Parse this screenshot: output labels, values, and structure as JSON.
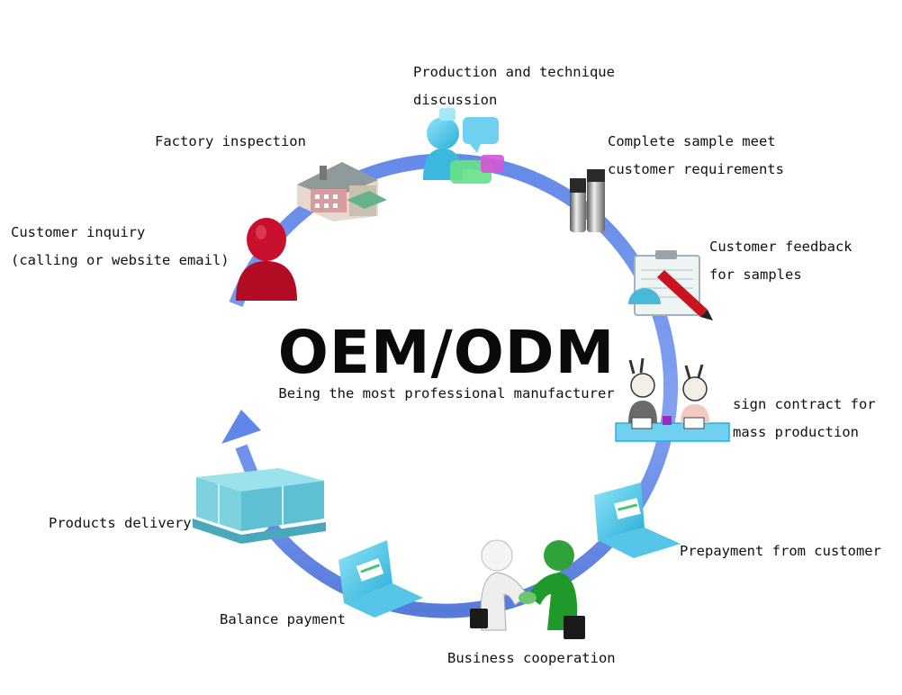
{
  "center": {
    "title": "OEM/ODM",
    "subtitle": "Being the most professional manufacturer"
  },
  "steps": [
    {
      "id": "inquiry",
      "icon": "customer-person-icon",
      "lines": [
        "Customer inquiry",
        "(calling or website email)"
      ]
    },
    {
      "id": "inspection",
      "icon": "factory-building-icon",
      "lines": [
        "Factory inspection"
      ]
    },
    {
      "id": "discussion",
      "icon": "discussion-people-icon",
      "lines": [
        "Production and technique",
        "discussion"
      ]
    },
    {
      "id": "sample",
      "icon": "sample-tubes-icon",
      "lines": [
        "Complete sample meet",
        "customer requirements"
      ]
    },
    {
      "id": "feedback",
      "icon": "clipboard-pen-icon",
      "lines": [
        "Customer feedback",
        "for samples"
      ]
    },
    {
      "id": "contract",
      "icon": "contract-signing-icon",
      "lines": [
        "sign contract for",
        "mass production"
      ]
    },
    {
      "id": "prepayment",
      "icon": "laptop-payment-icon",
      "lines": [
        "Prepayment from customer"
      ]
    },
    {
      "id": "cooperation",
      "icon": "handshake-icon",
      "lines": [
        "Business cooperation"
      ]
    },
    {
      "id": "balance",
      "icon": "laptop-payment-icon",
      "lines": [
        "Balance payment"
      ]
    },
    {
      "id": "delivery",
      "icon": "cargo-boxes-icon",
      "lines": [
        "Products delivery"
      ]
    }
  ],
  "colors": {
    "ring": "#5f86e8",
    "ring_light": "#a9bff5",
    "accent_red": "#c8102e",
    "icon_cyan": "#4fc3e6",
    "icon_green": "#1f9a2a"
  }
}
